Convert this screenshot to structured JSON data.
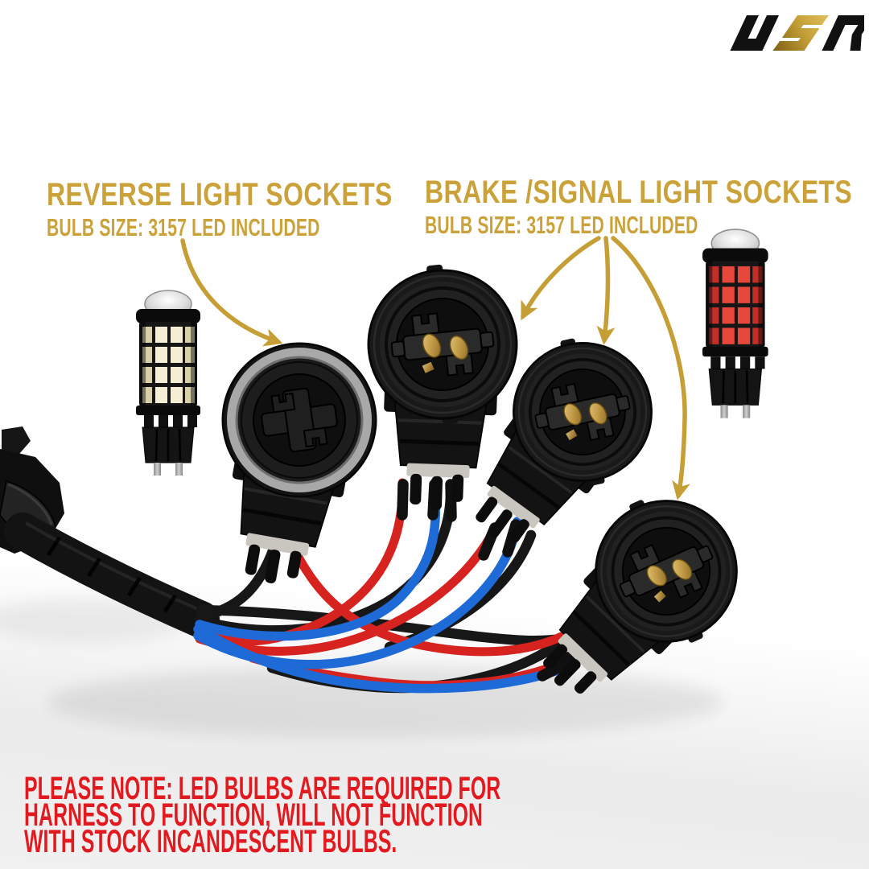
{
  "brand": {
    "name": "USR"
  },
  "callouts": {
    "reverse": {
      "title": "REVERSE LIGHT SOCKETS",
      "subtitle": "BULB SIZE: 3157 LED INCLUDED"
    },
    "brake": {
      "title": "BRAKE /SIGNAL LIGHT SOCKETS",
      "subtitle": "BULB SIZE: 3157 LED INCLUDED"
    }
  },
  "note": {
    "line1": "PLEASE NOTE: LED BULBS ARE REQUIRED FOR",
    "line2": "HARNESS TO FUNCTION, WILL NOT FUNCTION",
    "line3": "WITH STOCK INCANDESCENT BULBS."
  },
  "colors": {
    "callout_gold": "#CBA23A",
    "arrow_gold": "#C59F36",
    "note_red": "#E2191E",
    "logo_black": "#111111",
    "logo_gold": "#B98E2B",
    "wire_red": "#D6231F",
    "wire_blue": "#1E6BD8",
    "wire_black": "#171717",
    "socket_black": "#1A1A1A",
    "gasket_gray": "#A8A8A8",
    "brass": "#C19A45",
    "led_chip_white": "#F6EED4",
    "led_chip_red": "#E8473C"
  },
  "scene": {
    "bulbs": [
      {
        "icon": "white-3157-led-bulb-icon",
        "bulb_size": "3157"
      },
      {
        "icon": "red-3157-led-bulb-icon",
        "bulb_size": "3157"
      }
    ],
    "sockets": [
      {
        "icon": "reverse-light-socket-icon"
      },
      {
        "icon": "brake-signal-socket-icon"
      },
      {
        "icon": "brake-signal-socket-icon"
      },
      {
        "icon": "brake-signal-socket-icon"
      }
    ],
    "harness": {
      "icon": "wiring-harness-connector-icon"
    }
  }
}
